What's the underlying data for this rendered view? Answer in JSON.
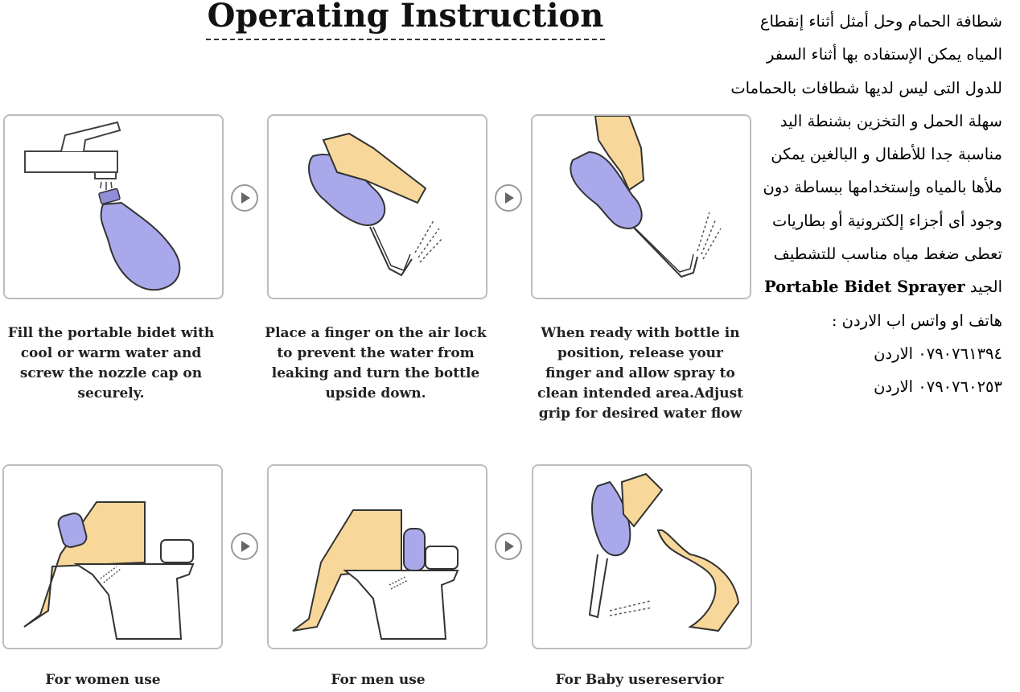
{
  "title": "Operating Instruction",
  "steps": [
    {
      "caption_lines": [
        "Fill the portable bidet with",
        "cool or warm water and",
        "screw the nozzle cap on",
        "securely."
      ]
    },
    {
      "caption_lines": [
        "Place a finger on the air lock",
        "to prevent the water from",
        "leaking and turn the bottle",
        "upside down."
      ]
    },
    {
      "caption_lines": [
        "When ready with bottle in",
        "position, release your",
        "finger and allow spray to",
        "clean intended area.Adjust",
        "grip for desired water flow"
      ]
    }
  ],
  "uses": [
    {
      "label": "For women use"
    },
    {
      "label": "For men use"
    },
    {
      "label": "For Baby usereservior"
    }
  ],
  "arabic_lines": [
    "شطافة الحمام وحل أمثل أثناء إنقطاع",
    "المياه يمكن الإستفاده بها أثناء السفر",
    "للدول التى ليس لديها شطافات بالحمامات",
    "سهلة الحمل و التخزين بشنطة اليد",
    "مناسبة جدا للأطفال و البالغين يمكن",
    "ملأها بالمياه وإستخدامها ببساطة دون",
    "وجود أى أجزاء إلكترونية أو بطاريات",
    "تعطى ضغط مياه مناسب للتشطيف"
  ],
  "product_line": {
    "arabic": "الجيد",
    "english": "Portable Bidet Sprayer"
  },
  "contact_label": "هاتف او واتس اب الاردن :",
  "phones": [
    "٠٧٩٠٧٦١٣٩٤ الاردن",
    "٠٧٩٠٧٦٠٢٥٣ الاردن"
  ],
  "colors": {
    "bottle": "#a9a8ea",
    "skin": "#f8d89a",
    "frame": "#bdbdbd"
  }
}
